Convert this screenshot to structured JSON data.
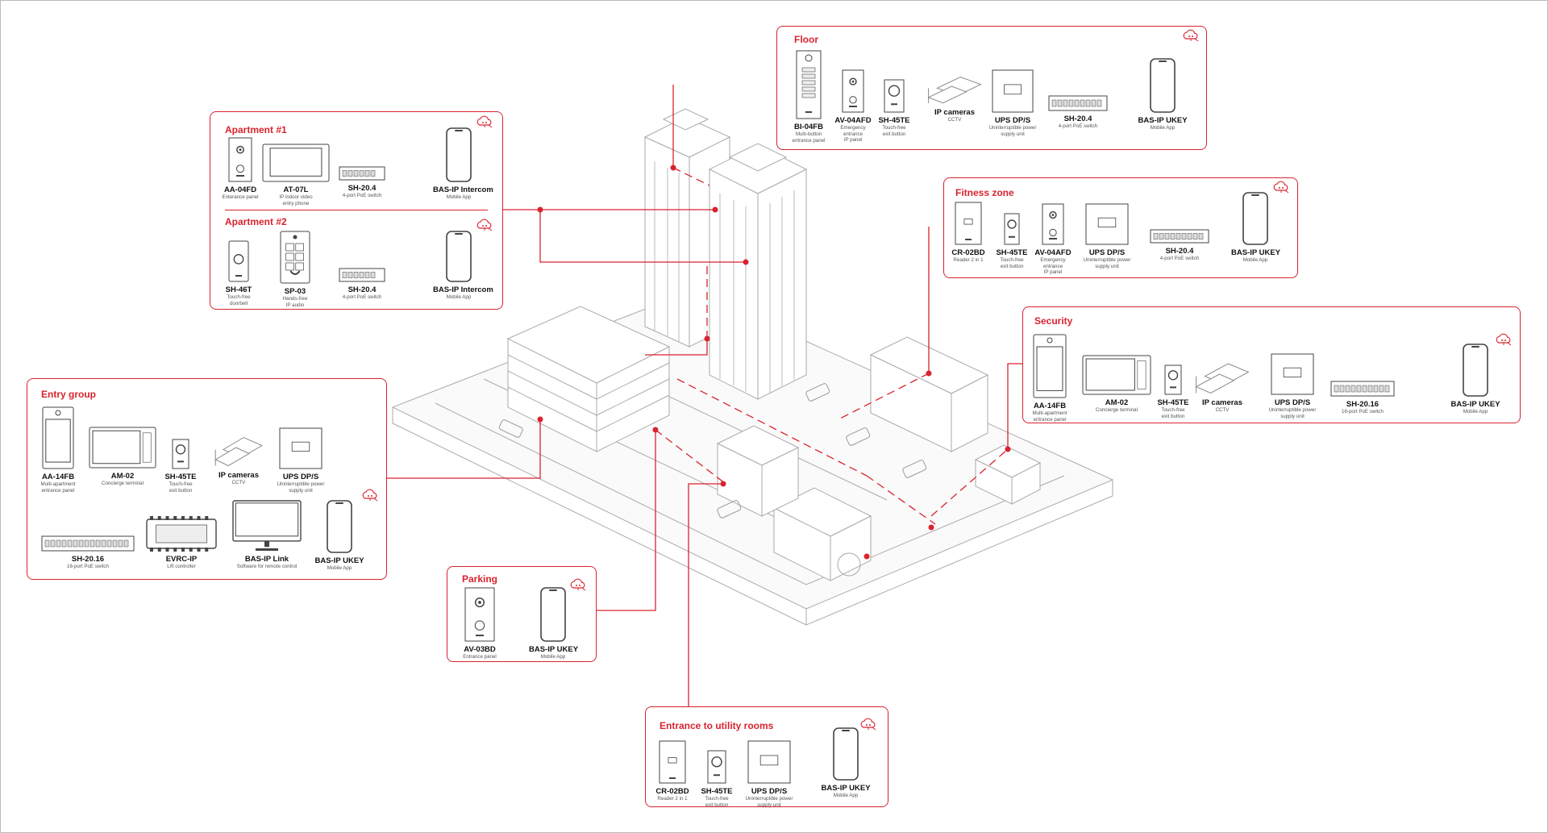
{
  "accent_color": "#d9232e",
  "panels": {
    "floor": {
      "title": "Floor",
      "devices": [
        {
          "name": "BI-04FB",
          "desc": "Multi-button\nentrance panel",
          "icon": "multi-button-panel-icon"
        },
        {
          "name": "AV-04AFD",
          "desc": "Emergency\nentrance\nIP panel",
          "icon": "intercom-panel-icon"
        },
        {
          "name": "SH-45TE",
          "desc": "Touch-free\nexit button",
          "icon": "exit-button-icon"
        },
        {
          "name": "IP cameras",
          "desc": "CCTV",
          "icon": "ip-camera-icon"
        },
        {
          "name": "UPS DP/S",
          "desc": "Uninterruptible power\nsupply unit",
          "icon": "ups-icon"
        },
        {
          "name": "SH-20.4",
          "desc": "4-port PoE switch",
          "icon": "poe-switch-icon"
        },
        {
          "name": "BAS-IP UKEY",
          "desc": "Mobile App",
          "icon": "smartphone-icon"
        }
      ]
    },
    "apartment1": {
      "title": "Apartment #1",
      "devices": [
        {
          "name": "AA-04FD",
          "desc": "Enterance panel",
          "icon": "intercom-panel-icon"
        },
        {
          "name": "AT-07L",
          "desc": "IP indoor video\nentry phone",
          "icon": "indoor-monitor-icon"
        },
        {
          "name": "SH-20.4",
          "desc": "4-port PoE switch",
          "icon": "poe-switch-icon"
        },
        {
          "name": "BAS-IP Intercom",
          "desc": "Mobile App",
          "icon": "smartphone-icon"
        }
      ]
    },
    "apartment2": {
      "title": "Apartment #2",
      "devices": [
        {
          "name": "SH-46T",
          "desc": "Touch-free\ndoorbell",
          "icon": "doorbell-icon"
        },
        {
          "name": "SP-03",
          "desc": "Hands-free\nIP audio",
          "icon": "audio-panel-icon"
        },
        {
          "name": "SH-20.4",
          "desc": "4-port PoE switch",
          "icon": "poe-switch-icon"
        },
        {
          "name": "BAS-IP Intercom",
          "desc": "Mobile App",
          "icon": "smartphone-icon"
        }
      ]
    },
    "fitness": {
      "title": "Fitness zone",
      "devices": [
        {
          "name": "CR-02BD",
          "desc": "Reader 2 in 1",
          "icon": "card-reader-icon"
        },
        {
          "name": "SH-45TE",
          "desc": "Touch-free\nexit button",
          "icon": "exit-button-icon"
        },
        {
          "name": "AV-04AFD",
          "desc": "Emergency\nentrance\nIP panel",
          "icon": "intercom-panel-icon"
        },
        {
          "name": "UPS DP/S",
          "desc": "Uninterruptible power\nsupply unit",
          "icon": "ups-icon"
        },
        {
          "name": "SH-20.4",
          "desc": "4-port PoE switch",
          "icon": "poe-switch-icon"
        },
        {
          "name": "BAS-IP UKEY",
          "desc": "Mobile App",
          "icon": "smartphone-icon"
        }
      ]
    },
    "security": {
      "title": "Security",
      "devices": [
        {
          "name": "AA-14FB",
          "desc": "Multi-apartment\nentrance panel",
          "icon": "touch-panel-icon"
        },
        {
          "name": "AM-02",
          "desc": "Concierge terminal",
          "icon": "concierge-monitor-icon"
        },
        {
          "name": "SH-45TE",
          "desc": "Touch-free\nexit button",
          "icon": "exit-button-icon"
        },
        {
          "name": "IP cameras",
          "desc": "CCTV",
          "icon": "ip-camera-icon"
        },
        {
          "name": "UPS DP/S",
          "desc": "Uninterruptible power\nsupply unit",
          "icon": "ups-icon"
        },
        {
          "name": "SH-20.16",
          "desc": "16-port PoE switch",
          "icon": "poe-switch-icon"
        },
        {
          "name": "BAS-IP UKEY",
          "desc": "Mobile App",
          "icon": "smartphone-icon"
        }
      ]
    },
    "entry": {
      "title": "Entry group",
      "devices": [
        {
          "name": "AA-14FB",
          "desc": "Multi-apartment\nentrance panel",
          "icon": "touch-panel-icon"
        },
        {
          "name": "AM-02",
          "desc": "Concierge terminal",
          "icon": "concierge-monitor-icon"
        },
        {
          "name": "SH-45TE",
          "desc": "Touch-free\nexit button",
          "icon": "exit-button-icon"
        },
        {
          "name": "IP cameras",
          "desc": "CCTV",
          "icon": "ip-camera-icon"
        },
        {
          "name": "UPS DP/S",
          "desc": "Uninterruptible power\nsupply unit",
          "icon": "ups-icon"
        },
        {
          "name": "SH-20.16",
          "desc": "16-port PoE switch",
          "icon": "poe-switch-icon"
        },
        {
          "name": "EVRC-IP",
          "desc": "Lift controller",
          "icon": "lift-controller-icon"
        },
        {
          "name": "BAS-IP Link",
          "desc": "Software for remote control",
          "icon": "desktop-monitor-icon"
        },
        {
          "name": "BAS-IP UKEY",
          "desc": "Mobile App",
          "icon": "smartphone-icon"
        }
      ]
    },
    "parking": {
      "title": "Parking",
      "devices": [
        {
          "name": "AV-03BD",
          "desc": "Entrance panel",
          "icon": "intercom-panel-icon"
        },
        {
          "name": "BAS-IP UKEY",
          "desc": "Mobile App",
          "icon": "smartphone-icon"
        }
      ]
    },
    "utility": {
      "title": "Entrance to utility rooms",
      "devices": [
        {
          "name": "CR-02BD",
          "desc": "Reader 2 in 1",
          "icon": "card-reader-icon"
        },
        {
          "name": "SH-45TE",
          "desc": "Touch-free\nexit button",
          "icon": "exit-button-icon"
        },
        {
          "name": "UPS DP/S",
          "desc": "Uninterruptible power\nsupply unit",
          "icon": "ups-icon"
        },
        {
          "name": "BAS-IP UKEY",
          "desc": "Mobile App",
          "icon": "smartphone-icon"
        }
      ]
    }
  }
}
